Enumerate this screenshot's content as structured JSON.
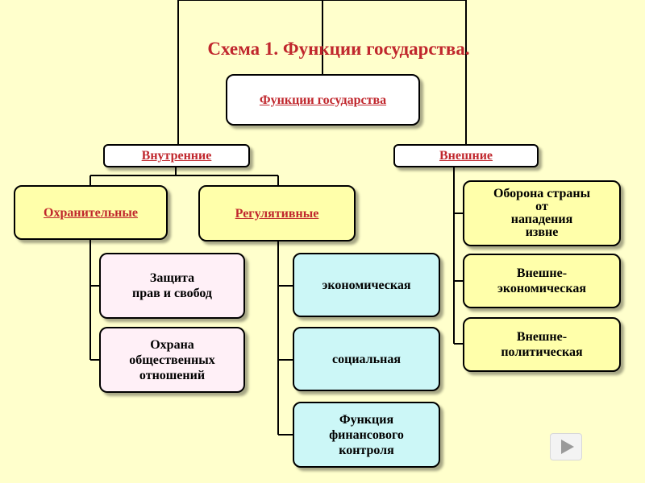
{
  "title": "Схема 1. Функции государства.",
  "root": "Функции государства",
  "internal": {
    "label": "Внутренние",
    "protective": {
      "label": "Охранительные",
      "items": [
        "Защита\nправ и свобод",
        "Охрана\nобщественных\nотношений"
      ]
    },
    "regulatory": {
      "label": "Регулятивные",
      "items": [
        "экономическая",
        "социальная",
        "Функция\nфинансового\nконтроля"
      ]
    }
  },
  "external": {
    "label": "Внешние",
    "items": [
      "Оборона страны\nот\nнападения\nизвне",
      "Внешне-\nэкономическая",
      "Внешне-\nполитическая"
    ]
  },
  "colors": {
    "title": "#c0272d",
    "background": "#ffffcc",
    "level1": "#ffffff",
    "level2": "#ffffaa",
    "economic": "#ccf7f7",
    "protective_items": "#fff0f7"
  },
  "controls": {
    "next_icon": "play-next-icon"
  }
}
